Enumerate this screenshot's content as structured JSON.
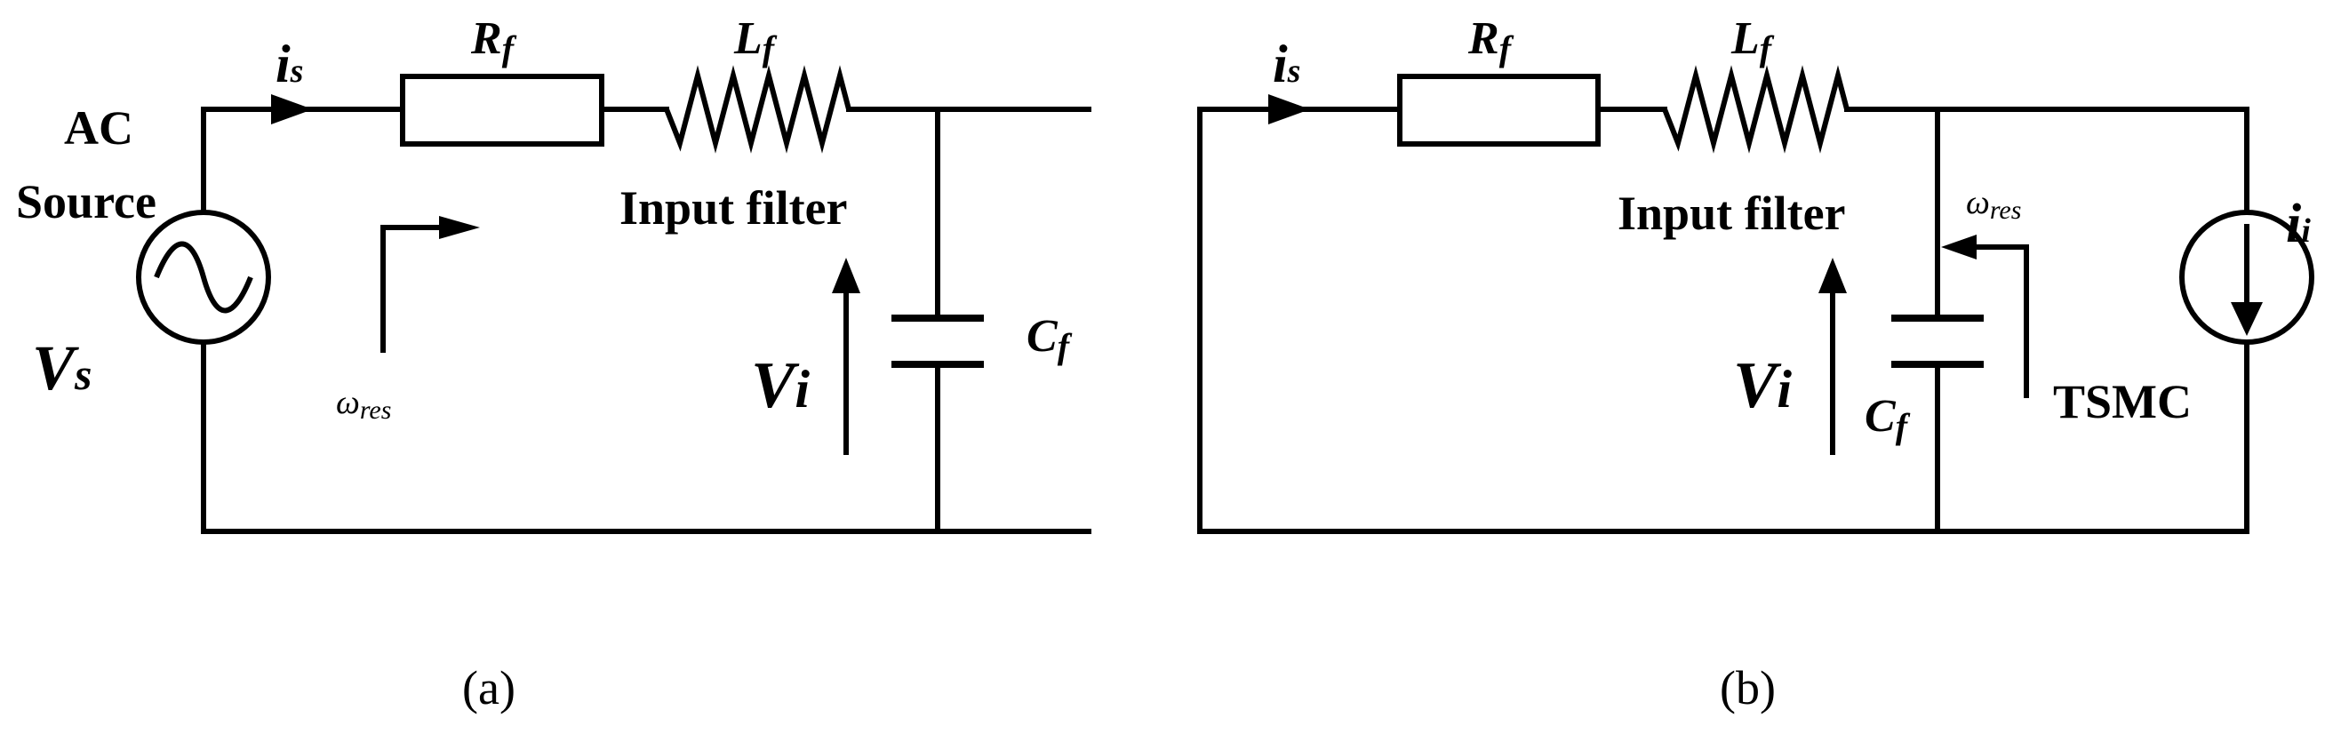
{
  "panel_a": {
    "caption": "(a)",
    "source_label_line1": "AC",
    "source_label_line2": "Source",
    "vs_main": "V",
    "vs_sub": "s",
    "is_main": "i",
    "is_sub": "s",
    "rf_main": "R",
    "rf_sub": "f",
    "lf_main": "L",
    "lf_sub": "f",
    "filter_label": "Input filter",
    "vi_main": "V",
    "vi_sub": "i",
    "cf_main": "C",
    "cf_sub": "f",
    "omega_main": "ω",
    "omega_sub": "res"
  },
  "panel_b": {
    "caption": "(b)",
    "is_main": "i",
    "is_sub": "s",
    "rf_main": "R",
    "rf_sub": "f",
    "lf_main": "L",
    "lf_sub": "f",
    "filter_label": "Input filter",
    "vi_main": "V",
    "vi_sub": "i",
    "cf_main": "C",
    "cf_sub": "f",
    "omega_main": "ω",
    "omega_sub": "res",
    "ii_main": "i",
    "ii_sub": "i",
    "tsmc_label": "TSMC"
  }
}
